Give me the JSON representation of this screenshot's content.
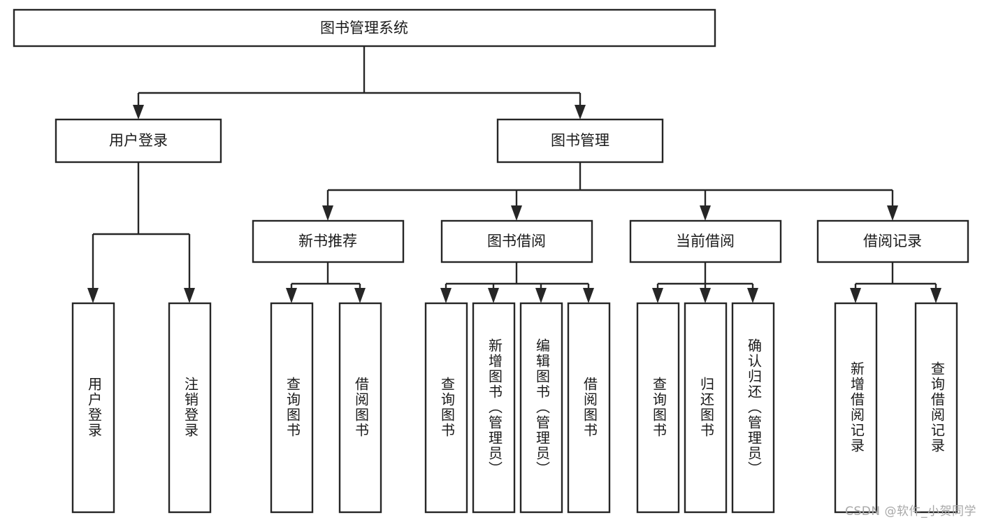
{
  "diagram": {
    "title": "图书管理系统",
    "type": "tree",
    "root": {
      "label": "图书管理系统",
      "orientation": "horizontal"
    },
    "level2": [
      {
        "label": "用户登录",
        "orientation": "horizontal"
      },
      {
        "label": "图书管理",
        "orientation": "horizontal"
      }
    ],
    "level3": [
      {
        "label": "新书推荐",
        "orientation": "horizontal"
      },
      {
        "label": "图书借阅",
        "orientation": "horizontal"
      },
      {
        "label": "当前借阅",
        "orientation": "horizontal"
      },
      {
        "label": "借阅记录",
        "orientation": "horizontal"
      }
    ],
    "leaves": {
      "user_login": [
        {
          "label": "用户登录",
          "orientation": "vertical"
        },
        {
          "label": "注销登录",
          "orientation": "vertical"
        }
      ],
      "new_book_recommend": [
        {
          "label": "查询图书",
          "orientation": "vertical"
        },
        {
          "label": "借阅图书",
          "orientation": "vertical"
        }
      ],
      "book_borrow": [
        {
          "label": "查询图书",
          "orientation": "vertical"
        },
        {
          "label": "新增图书（管理员）",
          "orientation": "vertical"
        },
        {
          "label": "编辑图书（管理员）",
          "orientation": "vertical"
        },
        {
          "label": "借阅图书",
          "orientation": "vertical"
        }
      ],
      "current_borrow": [
        {
          "label": "查询图书",
          "orientation": "vertical"
        },
        {
          "label": "归还图书",
          "orientation": "vertical"
        },
        {
          "label": "确认归还（管理员）",
          "orientation": "vertical"
        }
      ],
      "borrow_record": [
        {
          "label": "新增借阅记录",
          "orientation": "vertical"
        },
        {
          "label": "查询借阅记录",
          "orientation": "vertical"
        }
      ]
    },
    "colors": {
      "stroke": "#262626",
      "fill": "#ffffff",
      "text": "#1a1a1a",
      "watermark": "#a8a8a8"
    }
  },
  "watermark": {
    "text": "CSDN @软件_小贺同学"
  }
}
